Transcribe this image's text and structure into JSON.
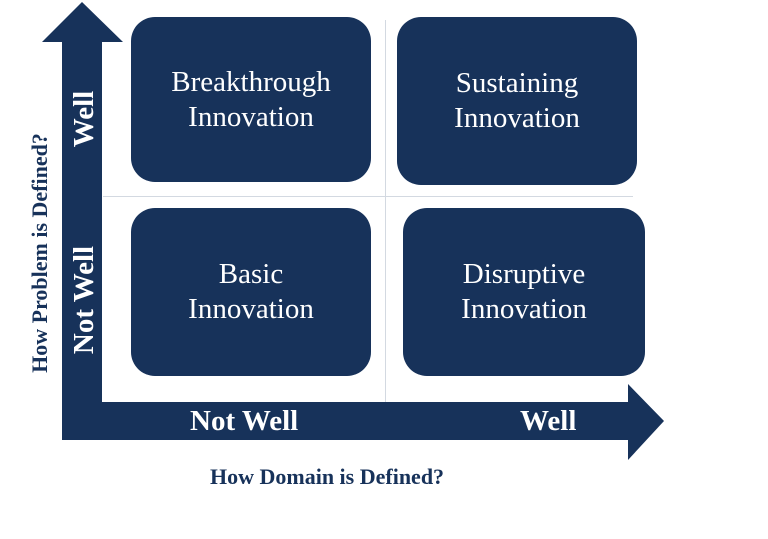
{
  "colors": {
    "navy": "#17325a",
    "divider": "#d3d9e1",
    "text": "#ffffff"
  },
  "quadrants": {
    "top_left": {
      "line1": "Breakthrough",
      "line2": "Innovation"
    },
    "top_right": {
      "line1": "Sustaining",
      "line2": "Innovation"
    },
    "bottom_left": {
      "line1": "Basic",
      "line2": "Innovation"
    },
    "bottom_right": {
      "line1": "Disruptive",
      "line2": "Innovation"
    }
  },
  "x_axis": {
    "title": "How Domain is Defined?",
    "low_label": "Not Well",
    "high_label": "Well"
  },
  "y_axis": {
    "title": "How Problem is Defined?",
    "low_label": "Not Well",
    "high_label": "Well"
  }
}
